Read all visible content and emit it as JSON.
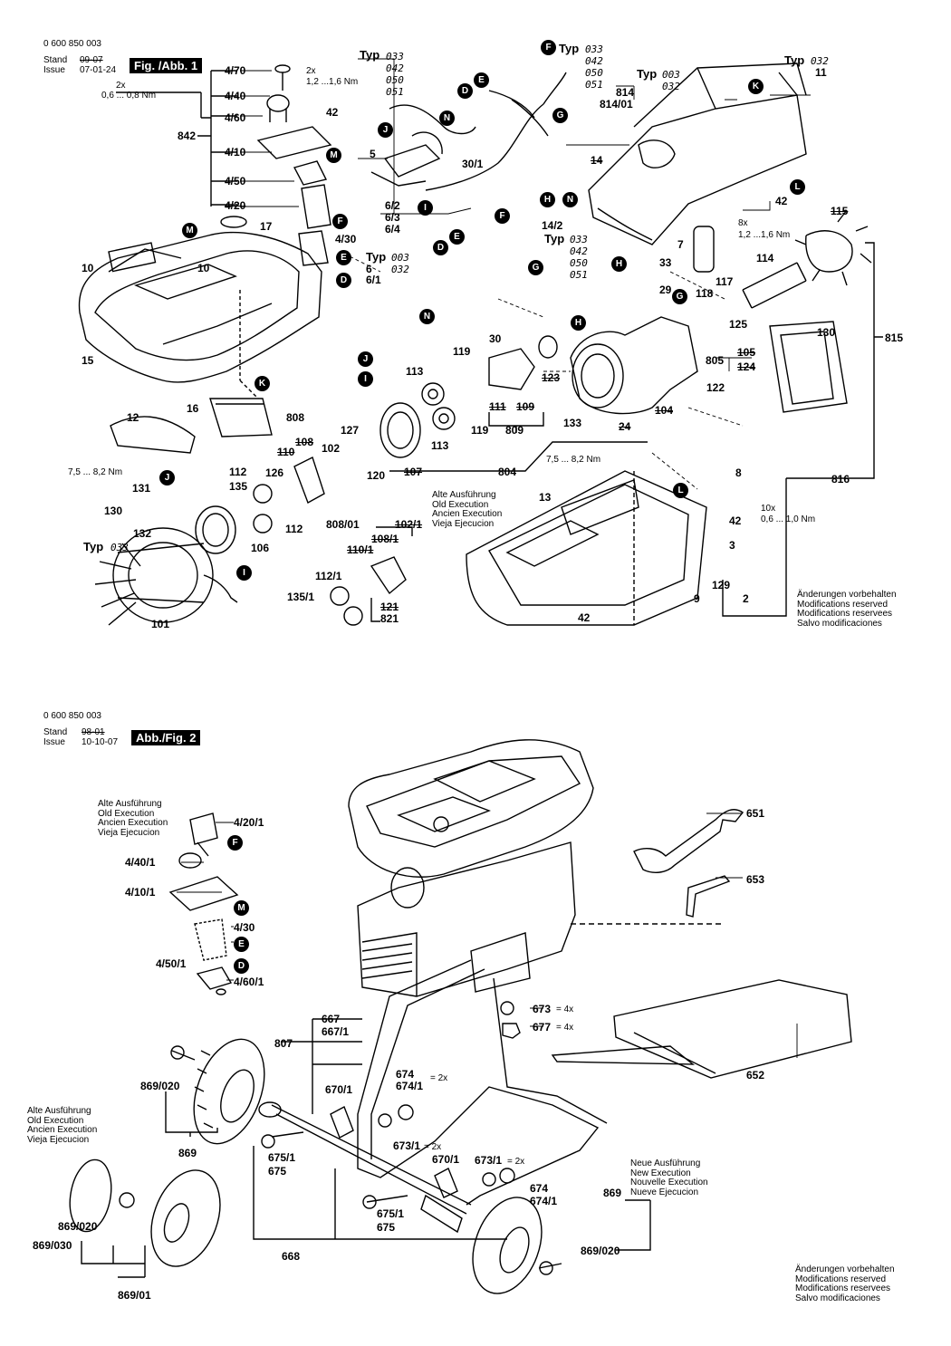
{
  "fig1": {
    "doc_number": "0 600 850 003",
    "stand_label": "Stand",
    "issue_label": "Issue",
    "stand_date_struck": "09-07",
    "issue_date": "07-01-24",
    "fig_label": "Fig. /Abb. 1",
    "notice_lines": [
      "Änderungen vorbehalten",
      "Modifications reserved",
      "Modifications reservees",
      "Salvo modificaciones"
    ],
    "old_exec_lines": [
      "Alte Ausführung",
      "Old Execution",
      "Ancien Execution",
      "Vieja Ejecucion"
    ],
    "typ_label": "Typ",
    "typ_groups": {
      "a": [
        "033",
        "042",
        "050",
        "051"
      ],
      "b": [
        "033",
        "042",
        "050",
        "051"
      ],
      "c": [
        "003",
        "032"
      ],
      "d": [
        "032"
      ],
      "e": [
        "033",
        "042",
        "050",
        "051"
      ],
      "f": [
        "003",
        "032"
      ],
      "g": [
        "033"
      ]
    },
    "torques": {
      "t1": "0,6 ... 0,8 Nm",
      "t2": "1,2 ...1,6 Nm",
      "t3": "1,2 ...1,6 Nm",
      "t4": "7,5 ... 8,2 Nm",
      "t5": "7,5 ... 8,2 Nm",
      "t6": "0,6 ... 1,0 Nm"
    },
    "counts": {
      "c2x_a": "2x",
      "c2x_b": "2x",
      "c8x": "8x",
      "c10x": "10x"
    },
    "parts": {
      "p4_70": "4/70",
      "p4_40": "4/40",
      "p4_60": "4/60",
      "p842": "842",
      "p4_10": "4/10",
      "p4_50": "4/50",
      "p4_20": "4/20",
      "p4_30": "4/30",
      "p42a": "42",
      "p17": "17",
      "p10a": "10",
      "p10b": "10",
      "p15": "15",
      "p16": "16",
      "p12": "12",
      "p808": "808",
      "p108": "108",
      "p110": "110",
      "p5": "5",
      "p30_1": "30/1",
      "p6_2": "6/2",
      "p6_3": "6/3",
      "p6_4": "6/4",
      "p6": "6",
      "p6_1": "6/1",
      "p30": "30",
      "p814": "814",
      "p814_01": "814/01",
      "p14": "14",
      "p14_2": "14/2",
      "p11": "11",
      "p42b": "42",
      "p115": "115",
      "p33": "33",
      "p29": "29",
      "p7": "7",
      "p114": "114",
      "p117": "117",
      "p118": "118",
      "p125": "125",
      "p130a": "130",
      "p815": "815",
      "p105": "105",
      "p805": "805",
      "p124": "124",
      "p122": "122",
      "p119a": "119",
      "p113a": "113",
      "p123": "123",
      "p111": "111",
      "p109": "109",
      "p119b": "119",
      "p809": "809",
      "p113b": "113",
      "p133": "133",
      "p24": "24",
      "p104": "104",
      "p127": "127",
      "p102": "102",
      "p120": "120",
      "p107": "107",
      "p804": "804",
      "p8": "8",
      "p816": "816",
      "p112a": "112",
      "p126": "126",
      "p135": "135",
      "p112b": "112",
      "p106": "106",
      "p131": "131",
      "p130b": "130",
      "p132": "132",
      "p101": "101",
      "p808_01": "808/01",
      "p102_1": "102/1",
      "p108_1": "108/1",
      "p110_1": "110/1",
      "p112_1": "112/1",
      "p135_1": "135/1",
      "p121": "121",
      "p821": "821",
      "p13": "13",
      "p42c": "42",
      "p3": "3",
      "p129": "129",
      "p2": "2",
      "p9": "9",
      "p42d": "42"
    },
    "callouts": [
      "M",
      "E",
      "D",
      "K",
      "J",
      "N",
      "I",
      "F",
      "G",
      "H",
      "L"
    ]
  },
  "fig2": {
    "doc_number": "0 600 850 003",
    "stand_label": "Stand",
    "issue_label": "Issue",
    "stand_date_struck": "98-01",
    "issue_date": "10-10-07",
    "fig_label": "Abb./Fig. 2",
    "old_exec_lines": [
      "Alte Ausführung",
      "Old Execution",
      "Ancien Execution",
      "Vieja Ejecucion"
    ],
    "new_exec_lines": [
      "Neue Ausführung",
      "New Execution",
      "Nouvelle Execution",
      "Nueve Ejecucion"
    ],
    "notice_lines": [
      "Änderungen vorbehalten",
      "Modifications reserved",
      "Modifications reservees",
      "Salvo modificaciones"
    ],
    "qty": {
      "q4x_a": "= 4x",
      "q4x_b": "= 4x",
      "q2x_a": "= 2x",
      "q2x_b": "= 2x",
      "q2x_c": "= 2x"
    },
    "parts": {
      "p4_20_1": "4/20/1",
      "p4_40_1": "4/40/1",
      "p4_10_1": "4/10/1",
      "p4_30": "4/30",
      "p4_50_1": "4/50/1",
      "p4_60_1": "4/60/1",
      "p651": "651",
      "p653": "653",
      "p652": "652",
      "p673": "673",
      "p677": "677",
      "p667": "667",
      "p667_1": "667/1",
      "p807": "807",
      "p674a": "674",
      "p674_1a": "674/1",
      "p670_1a": "670/1",
      "p673_1a": "673/1",
      "p670_1b": "670/1",
      "p673_1b": "673/1",
      "p674b": "674",
      "p674_1b": "674/1",
      "p869_020a": "869/020",
      "p869a": "869",
      "p675_1a": "675/1",
      "p675a": "675",
      "p675_1b": "675/1",
      "p675b": "675",
      "p668": "668",
      "p869b": "869",
      "p869_020b": "869/020",
      "p869_020c": "869/020",
      "p869_030": "869/030",
      "p869_01": "869/01"
    },
    "callouts": [
      "F",
      "M",
      "E",
      "D"
    ]
  }
}
